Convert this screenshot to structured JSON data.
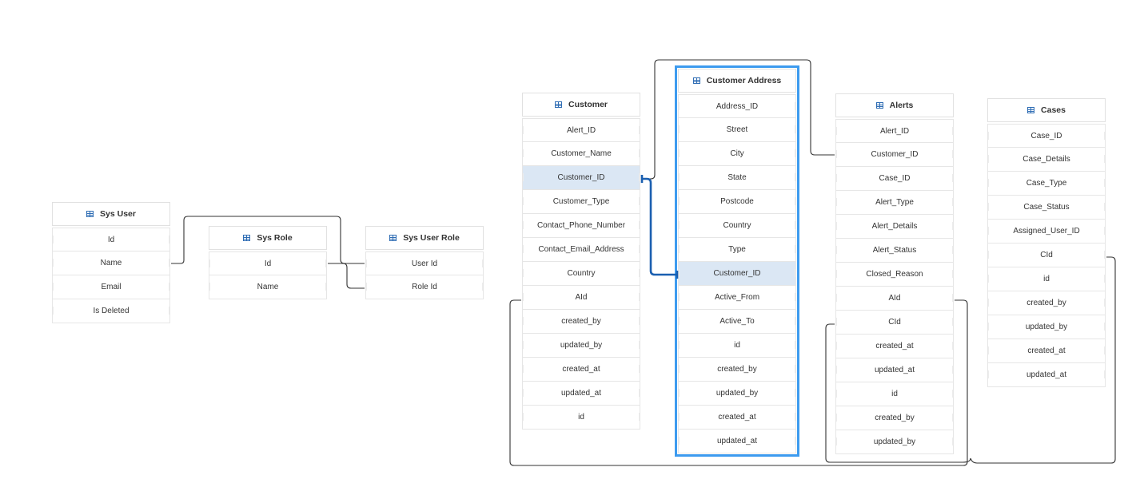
{
  "tables": [
    {
      "name": "Sys User",
      "fields": [
        "Id",
        "Name",
        "Email",
        "Is Deleted"
      ],
      "highlight": []
    },
    {
      "name": "Sys Role",
      "fields": [
        "Id",
        "Name"
      ],
      "highlight": []
    },
    {
      "name": "Sys User Role",
      "fields": [
        "User Id",
        "Role Id"
      ],
      "highlight": []
    },
    {
      "name": "Customer",
      "fields": [
        "Alert_ID",
        "Customer_Name",
        "Customer_ID",
        "Customer_Type",
        "Contact_Phone_Number",
        "Contact_Email_Address",
        "Country",
        "AId",
        "created_by",
        "updated_by",
        "created_at",
        "updated_at",
        "id"
      ],
      "highlight": [
        "Customer_ID"
      ]
    },
    {
      "name": "Customer Address",
      "fields": [
        "Address_ID",
        "Street",
        "City",
        "State",
        "Postcode",
        "Country",
        "Type",
        "Customer_ID",
        "Active_From",
        "Active_To",
        "id",
        "created_by",
        "updated_by",
        "created_at",
        "updated_at"
      ],
      "highlight": [
        "Customer_ID"
      ],
      "selected": true
    },
    {
      "name": "Alerts",
      "fields": [
        "Alert_ID",
        "Customer_ID",
        "Case_ID",
        "Alert_Type",
        "Alert_Details",
        "Alert_Status",
        "Closed_Reason",
        "AId",
        "CId",
        "created_at",
        "updated_at",
        "id",
        "created_by",
        "updated_by"
      ],
      "highlight": []
    },
    {
      "name": "Cases",
      "fields": [
        "Case_ID",
        "Case_Details",
        "Case_Type",
        "Case_Status",
        "Assigned_User_ID",
        "CId",
        "id",
        "created_by",
        "updated_by",
        "created_at",
        "updated_at"
      ],
      "highlight": []
    }
  ]
}
